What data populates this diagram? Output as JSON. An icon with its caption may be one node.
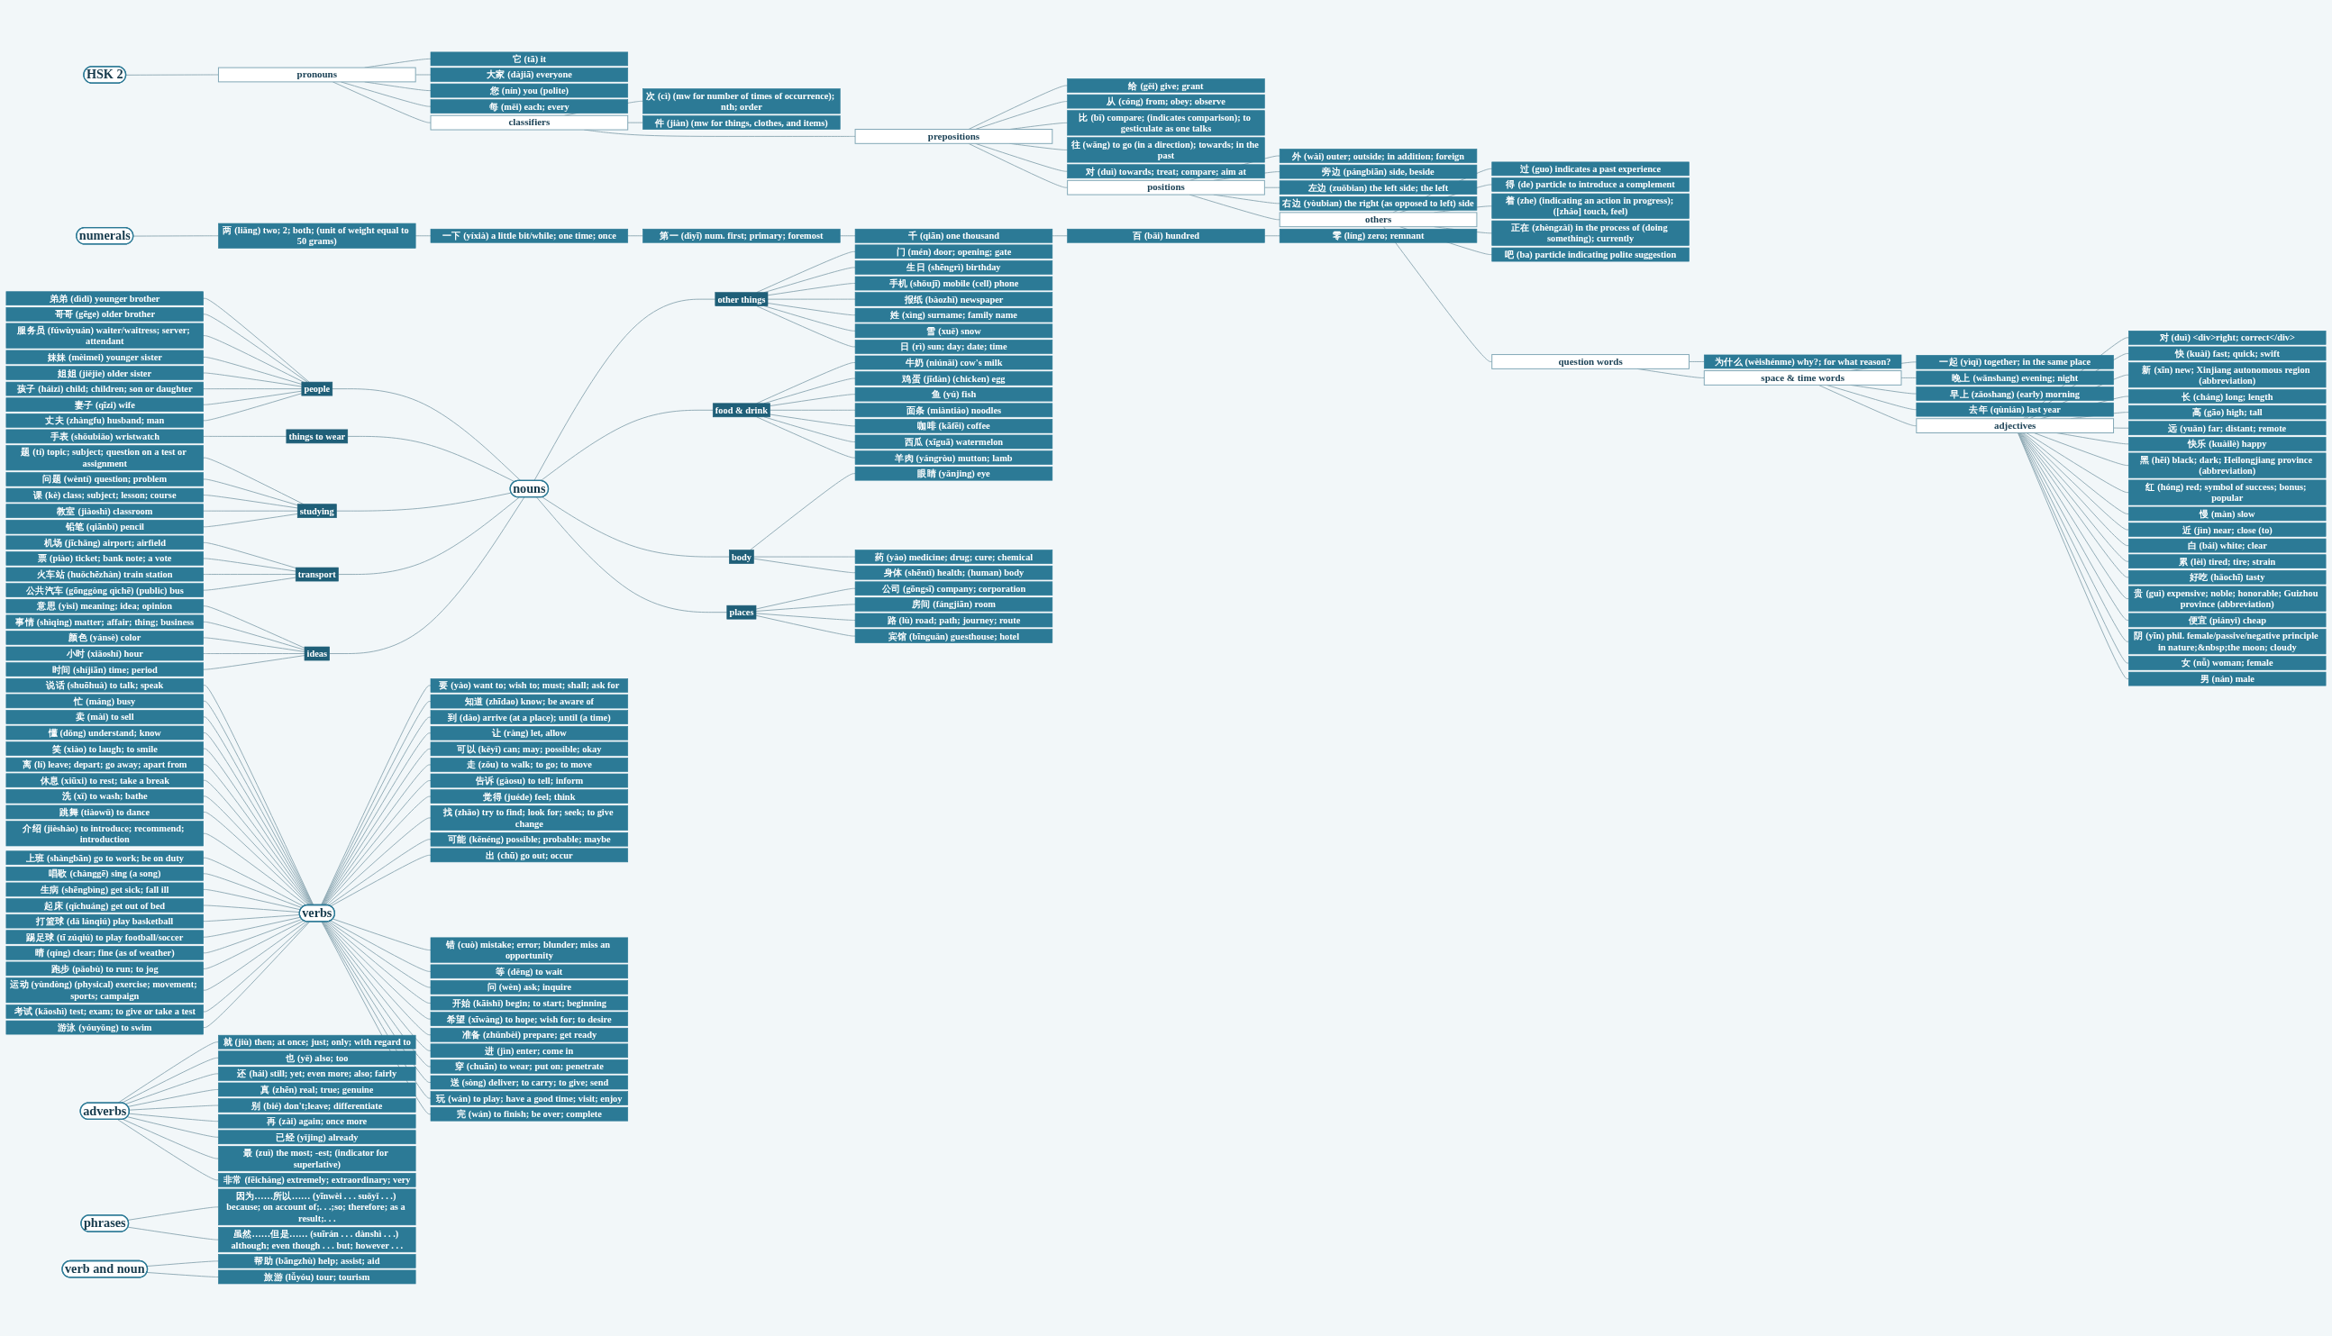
{
  "diagram": {
    "nodes": [
      {
        "text": [
          "HSK 2"
        ]
      },
      {
        "text": [
          "pronouns"
        ]
      },
      {
        "text": [
          "它 (tā) it"
        ]
      },
      {
        "text": [
          "大家 (dàjiā) everyone"
        ]
      },
      {
        "text": [
          "您 (nín) you (polite)"
        ]
      },
      {
        "text": [
          "每 (měi) each; every"
        ]
      },
      {
        "text": [
          "classifiers"
        ]
      },
      {
        "text": [
          "次 (cì) (mw for number of times of occurrence); nth; order"
        ]
      },
      {
        "text": [
          "件 (jiàn) (mw for things, clothes, and items)"
        ]
      },
      {
        "text": [
          "prepositions"
        ]
      },
      {
        "text": [
          "给 (gěi) give; grant"
        ]
      },
      {
        "text": [
          "从 (cóng) from; obey; observe"
        ]
      },
      {
        "text": [
          "比 (bǐ) compare; (indicates comparison); to gesticulate as one talks"
        ]
      },
      {
        "text": [
          "往 (wǎng) to go (in a direction); towards; in the past"
        ]
      },
      {
        "text": [
          "对 (duì) towards; treat; compare; aim at"
        ]
      },
      {
        "text": [
          "positions"
        ]
      },
      {
        "text": [
          "外 (wài) outer; outside; in addition; foreign"
        ]
      },
      {
        "text": [
          "旁边 (pángbiān) side, beside"
        ]
      },
      {
        "text": [
          "左边 (zuǒbian) the left side; the left"
        ]
      },
      {
        "text": [
          "右边 (yòubian) the right (as opposed to left) side"
        ]
      },
      {
        "text": [
          "others"
        ]
      },
      {
        "text": [
          "过 (guo) indicates a past experience"
        ]
      },
      {
        "text": [
          "得 (de) particle to introduce a complement"
        ]
      },
      {
        "text": [
          "着 (zhe) (indicating an action in progress); ([zháo] touch, feel)"
        ]
      },
      {
        "text": [
          "正在 (zhèngzài) in the process of (doing something); currently"
        ]
      },
      {
        "text": [
          "吧 (ba) particle indicating polite suggestion"
        ]
      },
      {
        "text": [
          "question words"
        ]
      },
      {
        "text": [
          "为什么 (wèishénme) why?; for what reason?"
        ]
      },
      {
        "text": [
          "space & time words"
        ]
      },
      {
        "text": [
          "一起 (yìqǐ) together; in the same place"
        ]
      },
      {
        "text": [
          "晚上 (wǎnshang) evening; night"
        ]
      },
      {
        "text": [
          "早上 (zǎoshang) (early) morning"
        ]
      },
      {
        "text": [
          "去年 (qùnián) last year"
        ]
      },
      {
        "text": [
          "adjectives"
        ]
      },
      {
        "text": [
          "对 (duì) <div>right; correct</div>"
        ]
      },
      {
        "text": [
          "快 (kuài) fast; quick; swift"
        ]
      },
      {
        "text": [
          "新 (xīn) new; Xinjiang autonomous region (abbreviation)"
        ]
      },
      {
        "text": [
          "长 (cháng) long; length"
        ]
      },
      {
        "text": [
          "高 (gāo) high; tall"
        ]
      },
      {
        "text": [
          "远 (yuǎn) far; distant; remote"
        ]
      },
      {
        "text": [
          "快乐 (kuàilè) happy"
        ]
      },
      {
        "text": [
          "黑 (hēi) black; dark; Heilongjiang province (abbreviation)"
        ]
      },
      {
        "text": [
          "红 (hóng) red; symbol of success; bonus; popular"
        ]
      },
      {
        "text": [
          "慢 (màn) slow"
        ]
      },
      {
        "text": [
          "近 (jìn) near; close (to)"
        ]
      },
      {
        "text": [
          "白 (bái) white; clear"
        ]
      },
      {
        "text": [
          "累 (lèi) tired; tire; strain"
        ]
      },
      {
        "text": [
          "好吃 (hǎochī) tasty"
        ]
      },
      {
        "text": [
          "贵 (guì) expensive; noble; honorable; Guizhou province (abbreviation)"
        ]
      },
      {
        "text": [
          "便宜 (piányi) cheap"
        ]
      },
      {
        "text": [
          "阴 (yīn) phil. female/passive/negative principle in nature;&nbsp;the moon; cloudy"
        ]
      },
      {
        "text": [
          "女 (nǚ) woman; female"
        ]
      },
      {
        "text": [
          "男 (nán) male"
        ]
      },
      {
        "text": [
          "numerals"
        ]
      },
      {
        "text": [
          "两 (liǎng) two; 2; both; (unit of weight equal to 50 grams)"
        ]
      },
      {
        "text": [
          "一下 (yíxià) a little bit/while; one time; once"
        ]
      },
      {
        "text": [
          "第一 (dìyī) num. first; primary; foremost"
        ]
      },
      {
        "text": [
          "千 (qiān) one thousand"
        ]
      },
      {
        "text": [
          "百 (bǎi) hundred"
        ]
      },
      {
        "text": [
          "零 (líng) zero; remnant"
        ]
      },
      {
        "text": [
          "nouns"
        ]
      },
      {
        "text": [
          "people"
        ]
      },
      {
        "text": [
          "弟弟 (dìdi) younger brother"
        ]
      },
      {
        "text": [
          "哥哥 (gēge) older brother"
        ]
      },
      {
        "text": [
          "服务员 (fúwùyuán) waiter/waitress; server; attendant"
        ]
      },
      {
        "text": [
          "妹妹 (mèimei) younger sister"
        ]
      },
      {
        "text": [
          "姐姐 (jiějie) older sister"
        ]
      },
      {
        "text": [
          "孩子 (háizi) child; children; son or daughter"
        ]
      },
      {
        "text": [
          "妻子 (qīzi) wife"
        ]
      },
      {
        "text": [
          "丈夫 (zhàngfu) husband; man"
        ]
      },
      {
        "text": [
          "things to wear"
        ]
      },
      {
        "text": [
          "手表 (shǒubiǎo) wristwatch"
        ]
      },
      {
        "text": [
          "studying"
        ]
      },
      {
        "text": [
          "题 (tí) topic; subject; question on a test or assignment"
        ]
      },
      {
        "text": [
          "问题 (wèntí) question; problem"
        ]
      },
      {
        "text": [
          "课 (kè) class; subject; lesson; course"
        ]
      },
      {
        "text": [
          "教室 (jiàoshì) classroom"
        ]
      },
      {
        "text": [
          "铅笔 (qiānbǐ) pencil"
        ]
      },
      {
        "text": [
          "transport"
        ]
      },
      {
        "text": [
          "机场 (jīchǎng) airport; airfield"
        ]
      },
      {
        "text": [
          "票 (piào) ticket; bank note; a vote"
        ]
      },
      {
        "text": [
          "火车站 (huǒchēzhàn) train station"
        ]
      },
      {
        "text": [
          "公共汽车 (gōnggòng qìchē) (public) bus"
        ]
      },
      {
        "text": [
          "ideas"
        ]
      },
      {
        "text": [
          "意思 (yìsi) meaning; idea; opinion"
        ]
      },
      {
        "text": [
          "事情 (shìqing) matter; affair; thing; business"
        ]
      },
      {
        "text": [
          "颜色 (yánsè) color"
        ]
      },
      {
        "text": [
          "小时 (xiǎoshí) hour"
        ]
      },
      {
        "text": [
          "时间 (shíjiān) time; period"
        ]
      },
      {
        "text": [
          "other things"
        ]
      },
      {
        "text": [
          "门 (mén) door; opening; gate"
        ]
      },
      {
        "text": [
          "生日 (shēngrì) birthday"
        ]
      },
      {
        "text": [
          "手机 (shǒujī) mobile (cell) phone"
        ]
      },
      {
        "text": [
          "报纸 (bàozhǐ) newspaper"
        ]
      },
      {
        "text": [
          "姓 (xìng) surname; family name"
        ]
      },
      {
        "text": [
          "雪 (xuě) snow"
        ]
      },
      {
        "text": [
          "日 (rì) sun; day; date; time"
        ]
      },
      {
        "text": [
          "food & drink"
        ]
      },
      {
        "text": [
          "牛奶 (niúnǎi) cow's milk"
        ]
      },
      {
        "text": [
          "鸡蛋 (jīdàn) (chicken) egg"
        ]
      },
      {
        "text": [
          "鱼 (yú) fish"
        ]
      },
      {
        "text": [
          "面条 (miàntiáo) noodles"
        ]
      },
      {
        "text": [
          "咖啡 (kāfēi) coffee"
        ]
      },
      {
        "text": [
          "西瓜 (xīguā) watermelon"
        ]
      },
      {
        "text": [
          "羊肉 (yángròu) mutton; lamb"
        ]
      },
      {
        "text": [
          "body"
        ]
      },
      {
        "text": [
          "眼睛 (yǎnjing) eye"
        ]
      },
      {
        "text": [
          "药 (yào) medicine; drug; cure; chemical"
        ]
      },
      {
        "text": [
          "身体 (shēntǐ) health; (human) body"
        ]
      },
      {
        "text": [
          "places"
        ]
      },
      {
        "text": [
          "公司 (gōngsī) company; corporation"
        ]
      },
      {
        "text": [
          "房间 (fángjiān) room"
        ]
      },
      {
        "text": [
          "路 (lù) road; path; journey; route"
        ]
      },
      {
        "text": [
          "宾馆 (bīnguǎn) guesthouse; hotel"
        ]
      },
      {
        "text": [
          "verbs"
        ]
      },
      {
        "text": [
          "说话 (shuōhuà) to talk; speak"
        ]
      },
      {
        "text": [
          "忙 (máng) busy"
        ]
      },
      {
        "text": [
          "卖 (mài) to sell"
        ]
      },
      {
        "text": [
          "懂 (dǒng) understand; know"
        ]
      },
      {
        "text": [
          "笑 (xiào) to laugh; to smile"
        ]
      },
      {
        "text": [
          "离 (lí) leave; depart; go away; apart from"
        ]
      },
      {
        "text": [
          "休息 (xiūxi) to rest; take a break"
        ]
      },
      {
        "text": [
          "洗 (xǐ) to wash; bathe"
        ]
      },
      {
        "text": [
          "跳舞 (tiàowǔ) to dance"
        ]
      },
      {
        "text": [
          "介绍 (jièshào) to introduce; recommend; introduction"
        ]
      },
      {
        "text": [
          "上班 (shàngbān) go to work; be on duty"
        ]
      },
      {
        "text": [
          "唱歌 (chànggē) sing (a song)"
        ]
      },
      {
        "text": [
          "生病 (shēngbìng) get sick; fall ill"
        ]
      },
      {
        "text": [
          "起床 (qǐchuáng) get out of bed"
        ]
      },
      {
        "text": [
          "打篮球 (dǎ lánqiú) play basketball"
        ]
      },
      {
        "text": [
          "踢足球 (tī zúqiú) to play football/soccer"
        ]
      },
      {
        "text": [
          "晴 (qíng) clear; fine (as of weather)"
        ]
      },
      {
        "text": [
          "跑步 (pǎobù) to run; to jog"
        ]
      },
      {
        "text": [
          "运动 (yùndòng) (physical) exercise; movement; sports; campaign"
        ]
      },
      {
        "text": [
          "考试 (kǎoshì) test; exam; to give or take a test"
        ]
      },
      {
        "text": [
          "游泳 (yóuyǒng) to swim"
        ]
      },
      {
        "text": [
          "要 (yào) want to; wish to; must; shall; ask for"
        ]
      },
      {
        "text": [
          "知道 (zhīdao) know; be aware of"
        ]
      },
      {
        "text": [
          "到 (dào) arrive (at a place); until (a time)"
        ]
      },
      {
        "text": [
          "让 (ràng) let, allow"
        ]
      },
      {
        "text": [
          "可以 (kěyǐ) can; may; possible; okay"
        ]
      },
      {
        "text": [
          "走 (zǒu) to walk; to go; to move"
        ]
      },
      {
        "text": [
          "告诉 (gàosu) to tell; inform"
        ]
      },
      {
        "text": [
          "觉得 (juéde) feel; think"
        ]
      },
      {
        "text": [
          "找 (zhǎo) try to find; look for; seek; to give change"
        ]
      },
      {
        "text": [
          "可能 (kěnéng) possible; probable; maybe"
        ]
      },
      {
        "text": [
          "出 (chū) go out; occur"
        ]
      },
      {
        "text": [
          "错 (cuò) mistake; error; blunder; miss an opportunity"
        ]
      },
      {
        "text": [
          "等 (děng) to wait"
        ]
      },
      {
        "text": [
          "问 (wèn) ask; inquire"
        ]
      },
      {
        "text": [
          "开始 (kāishǐ) begin; to start; beginning"
        ]
      },
      {
        "text": [
          "希望 (xīwàng) to hope; wish for; to desire"
        ]
      },
      {
        "text": [
          "准备 (zhǔnbèi) prepare; get ready"
        ]
      },
      {
        "text": [
          "进 (jìn) enter; come in"
        ]
      },
      {
        "text": [
          "穿 (chuān) to wear; put on; penetrate"
        ]
      },
      {
        "text": [
          "送 (sòng) deliver; to carry; to give; send"
        ]
      },
      {
        "text": [
          "玩 (wán) to play; have a good time; visit; enjoy"
        ]
      },
      {
        "text": [
          "完 (wán) to finish; be over; complete"
        ]
      },
      {
        "text": [
          "adverbs"
        ]
      },
      {
        "text": [
          "就 (jiù) then; at once; just; only; with regard to"
        ]
      },
      {
        "text": [
          "也 (yě) also; too"
        ]
      },
      {
        "text": [
          "还 (hái) still; yet; even more; also; fairly"
        ]
      },
      {
        "text": [
          "真 (zhēn) real; true; genuine"
        ]
      },
      {
        "text": [
          "别 (bié) don't;leave; differentiate"
        ]
      },
      {
        "text": [
          "再 (zài) again; once more"
        ]
      },
      {
        "text": [
          "已经 (yǐjing) already"
        ]
      },
      {
        "text": [
          "最 (zuì) the most; -est; (indicator for superlative)"
        ]
      },
      {
        "text": [
          "非常 (fēicháng) extremely; extraordinary; very"
        ]
      },
      {
        "text": [
          "phrases"
        ]
      },
      {
        "text": [
          "因为……所以…… (yīnwèi . . . suǒyǐ . . .) because; on account of;. . .;so; therefore; as a result;. . ."
        ]
      },
      {
        "text": [
          "虽然……但是…… (suīrán . . . dànshì . . .) although; even though . . . but; however . . ."
        ]
      },
      {
        "text": [
          "verb and noun"
        ]
      },
      {
        "text": [
          "帮助 (bāngzhù) help; assist; aid"
        ]
      },
      {
        "text": [
          "旅游 (lǚyóu) tour; tourism"
        ]
      }
    ],
    "edges": [
      {
        "from": 0,
        "to": 1,
        "arrow": "none"
      },
      {
        "from": 1,
        "to": 2,
        "arrow": "none"
      },
      {
        "from": 1,
        "to": 3,
        "arrow": "none"
      },
      {
        "from": 1,
        "to": 6,
        "arrow": "none"
      },
      {
        "from": 1,
        "to": 4,
        "arrow": "none"
      },
      {
        "from": 1,
        "to": 5,
        "arrow": "none"
      },
      {
        "from": 6,
        "to": 7,
        "arrow": "none"
      },
      {
        "from": 6,
        "to": 9,
        "arrow": "none"
      },
      {
        "from": 6,
        "to": 8,
        "arrow": "none"
      },
      {
        "from": 9,
        "to": 10,
        "arrow": "none"
      },
      {
        "from": 9,
        "to": 11,
        "arrow": "none"
      },
      {
        "from": 9,
        "to": 15,
        "arrow": "none"
      },
      {
        "from": 9,
        "to": 12,
        "arrow": "none"
      },
      {
        "from": 9,
        "to": 13,
        "arrow": "none"
      },
      {
        "from": 9,
        "to": 14,
        "arrow": "none"
      },
      {
        "from": 15,
        "to": 16,
        "arrow": "none"
      },
      {
        "from": 15,
        "to": 17,
        "arrow": "none"
      },
      {
        "from": 15,
        "to": 20,
        "arrow": "none"
      },
      {
        "from": 15,
        "to": 18,
        "arrow": "none"
      },
      {
        "from": 15,
        "to": 19,
        "arrow": "none"
      },
      {
        "from": 20,
        "to": 21,
        "arrow": "none"
      },
      {
        "from": 20,
        "to": 22,
        "arrow": "none"
      },
      {
        "from": 20,
        "to": 26,
        "arrow": "none"
      },
      {
        "from": 20,
        "to": 23,
        "arrow": "none"
      },
      {
        "from": 20,
        "to": 24,
        "arrow": "none"
      },
      {
        "from": 20,
        "to": 25,
        "arrow": "none"
      },
      {
        "from": 26,
        "to": 28,
        "arrow": "none"
      },
      {
        "from": 26,
        "to": 27,
        "arrow": "none"
      },
      {
        "from": 28,
        "to": 29,
        "arrow": "none"
      },
      {
        "from": 28,
        "to": 30,
        "arrow": "none"
      },
      {
        "from": 28,
        "to": 33,
        "arrow": "none"
      },
      {
        "from": 28,
        "to": 31,
        "arrow": "none"
      },
      {
        "from": 28,
        "to": 32,
        "arrow": "none"
      },
      {
        "from": 33,
        "to": 34,
        "arrow": "none"
      },
      {
        "from": 33,
        "to": 35,
        "arrow": "none"
      },
      {
        "from": 33,
        "to": 36,
        "arrow": "none"
      },
      {
        "from": 33,
        "to": 37,
        "arrow": "none"
      },
      {
        "from": 33,
        "to": 38,
        "arrow": "none"
      },
      {
        "from": 33,
        "to": 39,
        "arrow": "none"
      },
      {
        "from": 33,
        "to": 40,
        "arrow": "none"
      },
      {
        "from": 33,
        "to": 41,
        "arrow": "none"
      },
      {
        "from": 33,
        "to": 42,
        "arrow": "none"
      },
      {
        "from": 33,
        "to": 43,
        "arrow": "none"
      },
      {
        "from": 33,
        "to": 44,
        "arrow": "none"
      },
      {
        "from": 33,
        "to": 45,
        "arrow": "none"
      },
      {
        "from": 33,
        "to": 46,
        "arrow": "none"
      },
      {
        "from": 33,
        "to": 47,
        "arrow": "none"
      },
      {
        "from": 33,
        "to": 48,
        "arrow": "none"
      },
      {
        "from": 33,
        "to": 49,
        "arrow": "none"
      },
      {
        "from": 33,
        "to": 50,
        "arrow": "none"
      },
      {
        "from": 33,
        "to": 51,
        "arrow": "none"
      },
      {
        "from": 33,
        "to": 52,
        "arrow": "none"
      },
      {
        "from": 53,
        "to": 54,
        "arrow": "none"
      },
      {
        "from": 54,
        "to": 55,
        "arrow": "none"
      },
      {
        "from": 55,
        "to": 56,
        "arrow": "none"
      },
      {
        "from": 56,
        "to": 57,
        "arrow": "none"
      },
      {
        "from": 57,
        "to": 58,
        "arrow": "none"
      },
      {
        "from": 58,
        "to": 59,
        "arrow": "none"
      },
      {
        "from": 62,
        "to": 61,
        "arrow": "none"
      },
      {
        "from": 63,
        "to": 61,
        "arrow": "none"
      },
      {
        "from": 64,
        "to": 61,
        "arrow": "none"
      },
      {
        "from": 65,
        "to": 61,
        "arrow": "none"
      },
      {
        "from": 66,
        "to": 61,
        "arrow": "none"
      },
      {
        "from": 67,
        "to": 61,
        "arrow": "none"
      },
      {
        "from": 68,
        "to": 61,
        "arrow": "none"
      },
      {
        "from": 69,
        "to": 61,
        "arrow": "none"
      },
      {
        "from": 61,
        "to": 60,
        "arrow": "none"
      },
      {
        "from": 71,
        "to": 70,
        "arrow": "none"
      },
      {
        "from": 70,
        "to": 60,
        "arrow": "none"
      },
      {
        "from": 73,
        "to": 72,
        "arrow": "none"
      },
      {
        "from": 74,
        "to": 72,
        "arrow": "none"
      },
      {
        "from": 75,
        "to": 72,
        "arrow": "none"
      },
      {
        "from": 76,
        "to": 72,
        "arrow": "none"
      },
      {
        "from": 77,
        "to": 72,
        "arrow": "none"
      },
      {
        "from": 72,
        "to": 60,
        "arrow": "none"
      },
      {
        "from": 79,
        "to": 78,
        "arrow": "none"
      },
      {
        "from": 80,
        "to": 78,
        "arrow": "none"
      },
      {
        "from": 81,
        "to": 78,
        "arrow": "none"
      },
      {
        "from": 82,
        "to": 78,
        "arrow": "none"
      },
      {
        "from": 78,
        "to": 60,
        "arrow": "none"
      },
      {
        "from": 84,
        "to": 83,
        "arrow": "none"
      },
      {
        "from": 85,
        "to": 83,
        "arrow": "none"
      },
      {
        "from": 86,
        "to": 83,
        "arrow": "none"
      },
      {
        "from": 87,
        "to": 83,
        "arrow": "none"
      },
      {
        "from": 88,
        "to": 83,
        "arrow": "none"
      },
      {
        "from": 83,
        "to": 60,
        "arrow": "none"
      },
      {
        "from": 60,
        "to": 89,
        "arrow": "none"
      },
      {
        "from": 89,
        "to": 90,
        "arrow": "none"
      },
      {
        "from": 89,
        "to": 91,
        "arrow": "none"
      },
      {
        "from": 89,
        "to": 92,
        "arrow": "none"
      },
      {
        "from": 89,
        "to": 93,
        "arrow": "none"
      },
      {
        "from": 89,
        "to": 94,
        "arrow": "none"
      },
      {
        "from": 89,
        "to": 95,
        "arrow": "none"
      },
      {
        "from": 89,
        "to": 96,
        "arrow": "none"
      },
      {
        "from": 60,
        "to": 97,
        "arrow": "none"
      },
      {
        "from": 97,
        "to": 98,
        "arrow": "none"
      },
      {
        "from": 97,
        "to": 99,
        "arrow": "none"
      },
      {
        "from": 97,
        "to": 100,
        "arrow": "none"
      },
      {
        "from": 97,
        "to": 101,
        "arrow": "none"
      },
      {
        "from": 97,
        "to": 102,
        "arrow": "none"
      },
      {
        "from": 97,
        "to": 103,
        "arrow": "none"
      },
      {
        "from": 97,
        "to": 104,
        "arrow": "none"
      },
      {
        "from": 60,
        "to": 105,
        "arrow": "none"
      },
      {
        "from": 105,
        "to": 106,
        "arrow": "none"
      },
      {
        "from": 105,
        "to": 107,
        "arrow": "none"
      },
      {
        "from": 105,
        "to": 108,
        "arrow": "none"
      },
      {
        "from": 60,
        "to": 109,
        "arrow": "none"
      },
      {
        "from": 109,
        "to": 110,
        "arrow": "none"
      },
      {
        "from": 109,
        "to": 111,
        "arrow": "none"
      },
      {
        "from": 109,
        "to": 112,
        "arrow": "none"
      },
      {
        "from": 109,
        "to": 113,
        "arrow": "none"
      },
      {
        "from": 115,
        "to": 114,
        "arrow": "none"
      },
      {
        "from": 116,
        "to": 114,
        "arrow": "none"
      },
      {
        "from": 117,
        "to": 114,
        "arrow": "none"
      },
      {
        "from": 118,
        "to": 114,
        "arrow": "none"
      },
      {
        "from": 119,
        "to": 114,
        "arrow": "none"
      },
      {
        "from": 120,
        "to": 114,
        "arrow": "none"
      },
      {
        "from": 121,
        "to": 114,
        "arrow": "none"
      },
      {
        "from": 122,
        "to": 114,
        "arrow": "none"
      },
      {
        "from": 123,
        "to": 114,
        "arrow": "none"
      },
      {
        "from": 124,
        "to": 114,
        "arrow": "none"
      },
      {
        "from": 125,
        "to": 114,
        "arrow": "none"
      },
      {
        "from": 126,
        "to": 114,
        "arrow": "none"
      },
      {
        "from": 127,
        "to": 114,
        "arrow": "none"
      },
      {
        "from": 128,
        "to": 114,
        "arrow": "none"
      },
      {
        "from": 129,
        "to": 114,
        "arrow": "none"
      },
      {
        "from": 130,
        "to": 114,
        "arrow": "none"
      },
      {
        "from": 131,
        "to": 114,
        "arrow": "none"
      },
      {
        "from": 132,
        "to": 114,
        "arrow": "none"
      },
      {
        "from": 133,
        "to": 114,
        "arrow": "none"
      },
      {
        "from": 134,
        "to": 114,
        "arrow": "none"
      },
      {
        "from": 135,
        "to": 114,
        "arrow": "none"
      },
      {
        "from": 114,
        "to": 136,
        "arrow": "none"
      },
      {
        "from": 114,
        "to": 137,
        "arrow": "none"
      },
      {
        "from": 114,
        "to": 138,
        "arrow": "none"
      },
      {
        "from": 114,
        "to": 139,
        "arrow": "none"
      },
      {
        "from": 114,
        "to": 140,
        "arrow": "none"
      },
      {
        "from": 114,
        "to": 141,
        "arrow": "none"
      },
      {
        "from": 114,
        "to": 142,
        "arrow": "none"
      },
      {
        "from": 114,
        "to": 143,
        "arrow": "none"
      },
      {
        "from": 114,
        "to": 144,
        "arrow": "none"
      },
      {
        "from": 114,
        "to": 145,
        "arrow": "none"
      },
      {
        "from": 114,
        "to": 146,
        "arrow": "none"
      },
      {
        "from": 114,
        "to": 147,
        "arrow": "none"
      },
      {
        "from": 114,
        "to": 148,
        "arrow": "none"
      },
      {
        "from": 114,
        "to": 149,
        "arrow": "none"
      },
      {
        "from": 114,
        "to": 150,
        "arrow": "none"
      },
      {
        "from": 114,
        "to": 151,
        "arrow": "none"
      },
      {
        "from": 114,
        "to": 152,
        "arrow": "none"
      },
      {
        "from": 114,
        "to": 153,
        "arrow": "none"
      },
      {
        "from": 114,
        "to": 154,
        "arrow": "none"
      },
      {
        "from": 114,
        "to": 155,
        "arrow": "none"
      },
      {
        "from": 114,
        "to": 156,
        "arrow": "none"
      },
      {
        "from": 114,
        "to": 157,
        "arrow": "none"
      },
      {
        "from": 158,
        "to": 159,
        "arrow": "none"
      },
      {
        "from": 158,
        "to": 160,
        "arrow": "none"
      },
      {
        "from": 158,
        "to": 161,
        "arrow": "none"
      },
      {
        "from": 158,
        "to": 162,
        "arrow": "none"
      },
      {
        "from": 158,
        "to": 163,
        "arrow": "none"
      },
      {
        "from": 158,
        "to": 164,
        "arrow": "none"
      },
      {
        "from": 158,
        "to": 165,
        "arrow": "none"
      },
      {
        "from": 158,
        "to": 166,
        "arrow": "none"
      },
      {
        "from": 158,
        "to": 167,
        "arrow": "none"
      },
      {
        "from": 168,
        "to": 169,
        "arrow": "none"
      },
      {
        "from": 168,
        "to": 170,
        "arrow": "none"
      },
      {
        "from": 171,
        "to": 172,
        "arrow": "none"
      },
      {
        "from": 171,
        "to": 173,
        "arrow": "none"
      }
    ]
  }
}
